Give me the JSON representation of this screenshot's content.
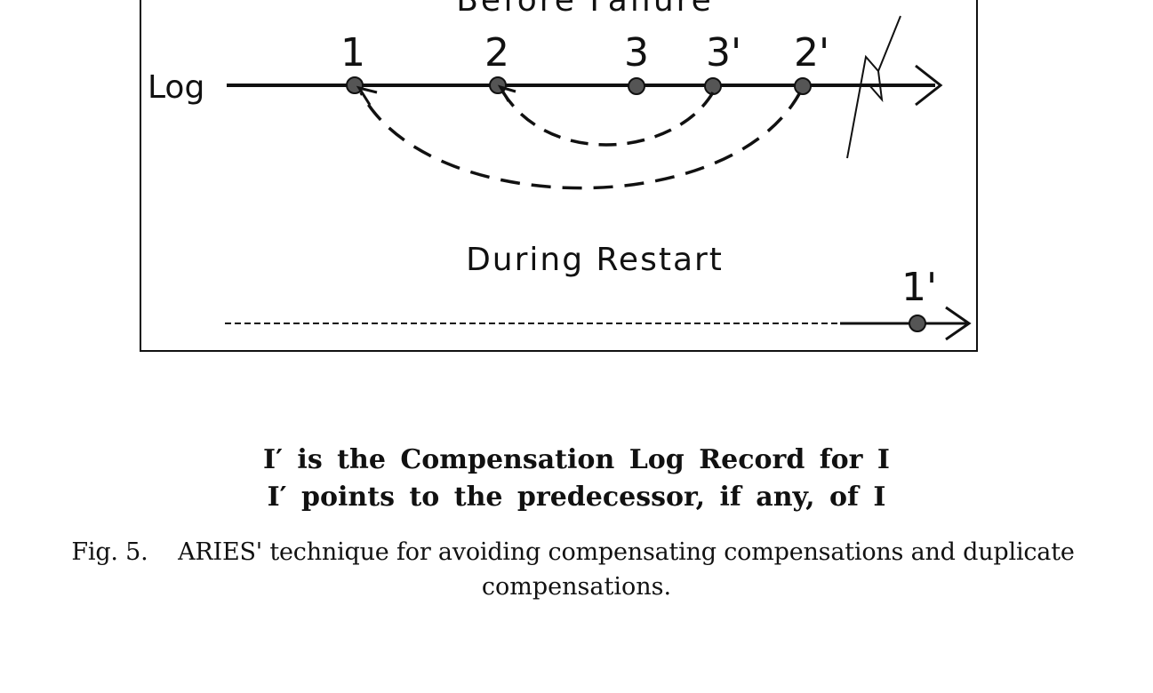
{
  "diagram": {
    "panel_top_title": "Before Failure",
    "log_label": "Log",
    "records": [
      "1",
      "2",
      "3",
      "3'",
      "2'"
    ],
    "restart_title": "During Restart",
    "restart_records": [
      "1'"
    ]
  },
  "legend": {
    "line1": "I′ is the Compensation Log Record for I",
    "line2": "I′ points to the predecessor, if any, of I"
  },
  "caption": {
    "line1": "Fig. 5.    ARIES' technique for avoiding compensating compensations and duplicate",
    "line2": "compensations."
  }
}
